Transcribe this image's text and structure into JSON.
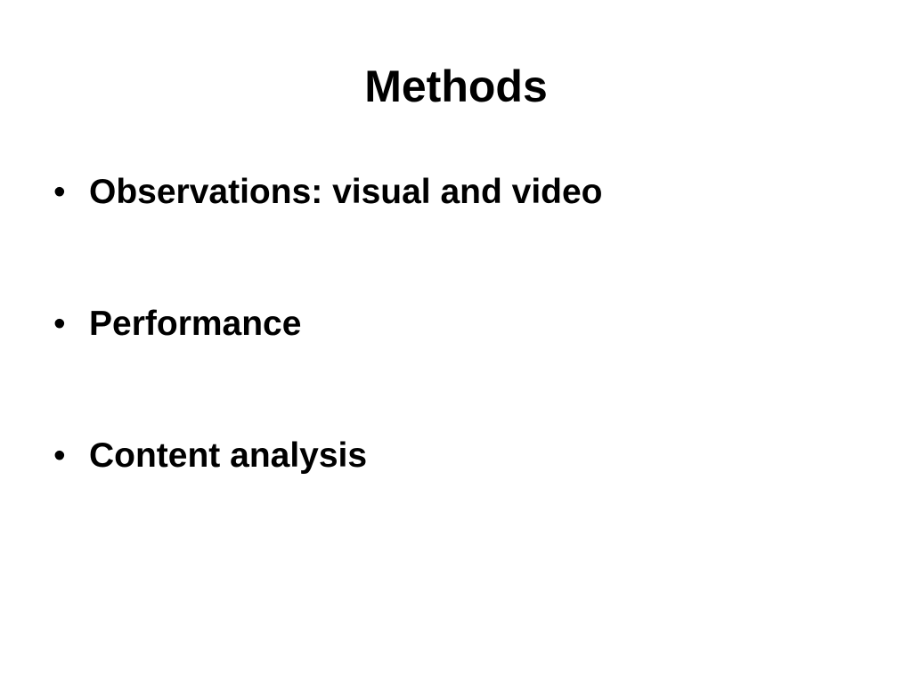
{
  "slide": {
    "title": "Methods",
    "bullet_symbol": "•",
    "bullets": [
      {
        "text": "Observations: visual and video"
      },
      {
        "text": "Performance"
      },
      {
        "text": "Content analysis"
      }
    ]
  },
  "colors": {
    "background": "#ffffff",
    "text": "#000000"
  }
}
